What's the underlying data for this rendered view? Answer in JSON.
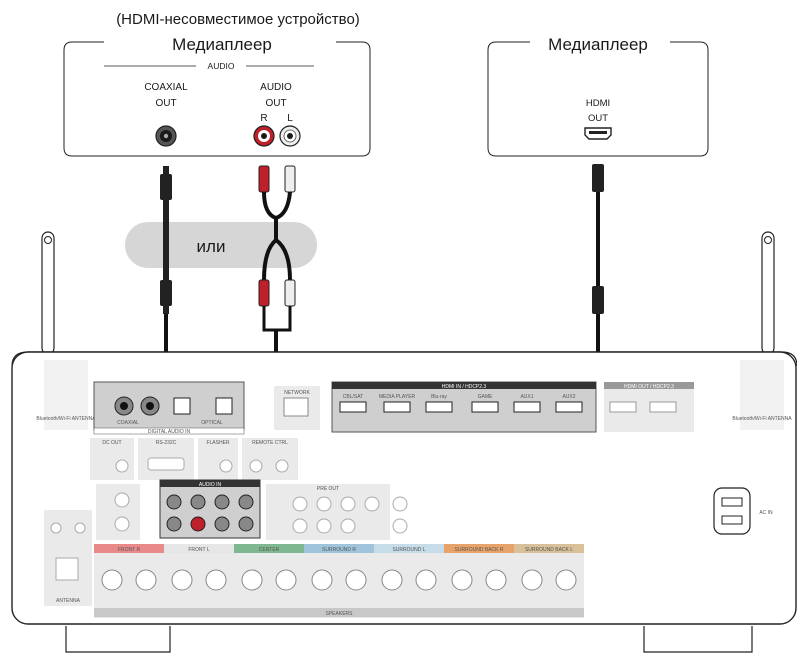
{
  "devices": {
    "left": {
      "note": "(HDMI-несовместимое устройство)",
      "title": "Медиаплеер",
      "audio_group": "AUDIO",
      "coaxial_line1": "COAXIAL",
      "coaxial_line2": "OUT",
      "audio_line1": "AUDIO",
      "audio_line2": "OUT",
      "r": "R",
      "l": "L"
    },
    "right": {
      "title": "Медиаплеер",
      "hdmi_line1": "HDMI",
      "hdmi_line2": "OUT"
    }
  },
  "or_label": "или",
  "receiver": {
    "coaxial": "COAXIAL",
    "optical": "OPTICAL",
    "digital_audio_in": "DIGITAL AUDIO IN",
    "hdmi_in": "HDMI IN / HDCP2.3",
    "hdmi_out": "HDMI OUT / HDCP2.3",
    "network": "NETWORK",
    "media_player_port": "MEDIA PLAYER",
    "hdmi_ports": [
      "CBL/SAT",
      "MEDIA PLAYER",
      "Blu-ray",
      "GAME",
      "AUX1",
      "AUX2"
    ],
    "dc_out": "DC OUT",
    "rs232c": "RS-232C",
    "flasher": "FLASHER",
    "remote_ctrl": "REMOTE CTRL",
    "audio_in": "AUDIO IN",
    "pre_out": "PRE OUT",
    "ac_in": "AC IN",
    "antenna": "ANTENNA",
    "bt_antenna": "Bluetooth/Wi-Fi ANTENNA",
    "speakers_label": "SPEAKERS",
    "speakers": [
      "FRONT R",
      "FRONT L",
      "CENTER",
      "SURROUND R",
      "SURROUND L",
      "SURROUND BACK R",
      "SURROUND BACK L"
    ]
  },
  "colors": {
    "cable": "#111111",
    "red_plug": "#c0202a",
    "or_bubble": "#d6d6d6",
    "panel_grey": "#c8c8c8",
    "center": "#7fb890",
    "surround": "#9fc4dc",
    "surround_back_r": "#e8a36a",
    "surround_back_l": "#d8c098"
  }
}
